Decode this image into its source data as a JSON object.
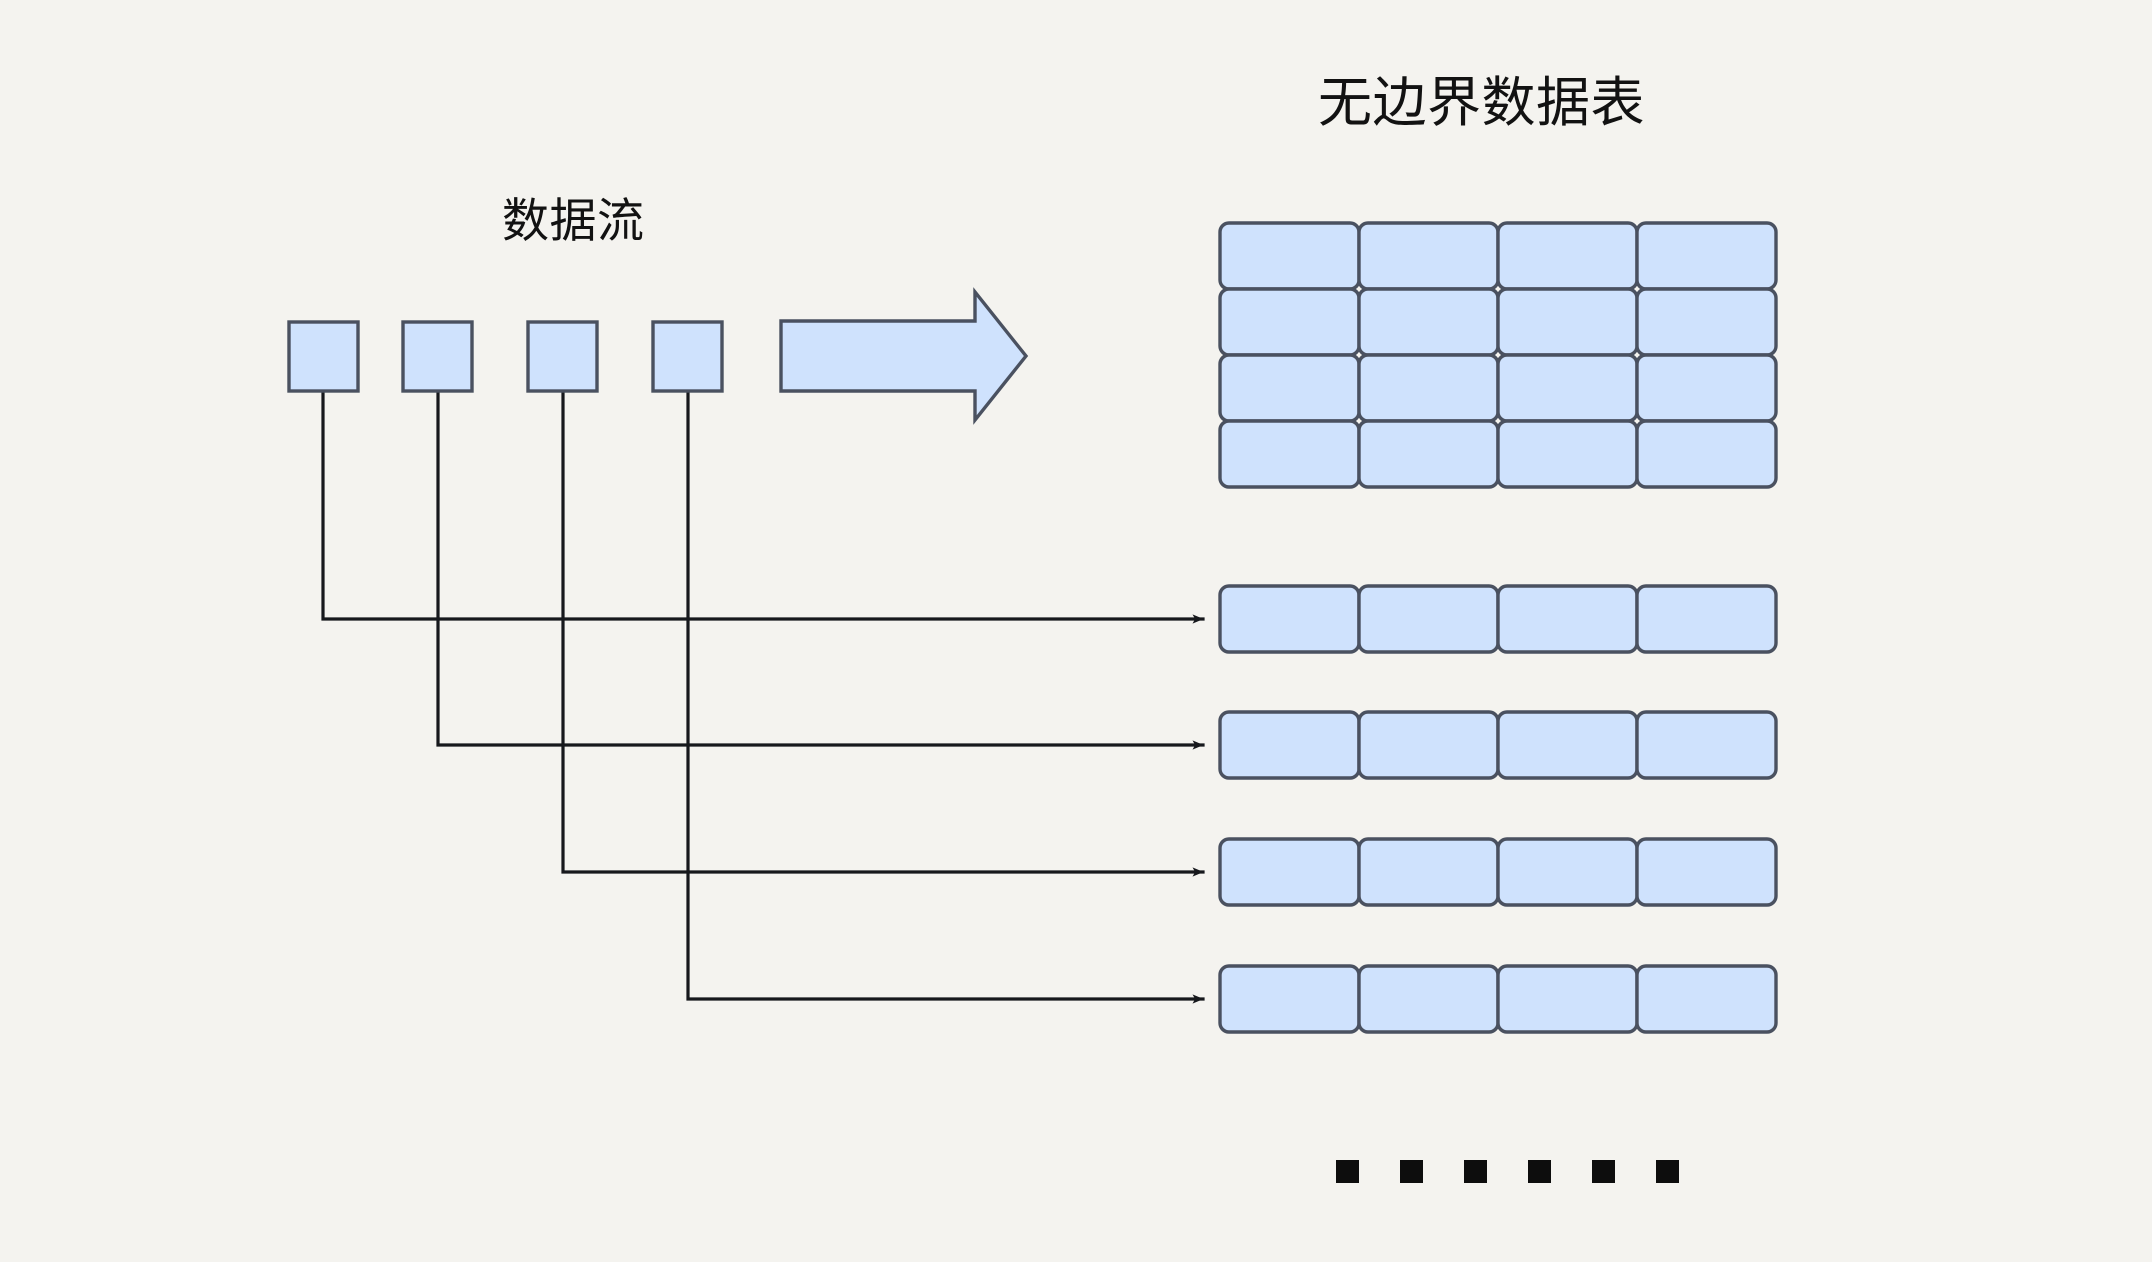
{
  "diagram": {
    "title": "无边界数据表",
    "stream_label": "数据流",
    "background_color": "#f4f3ef",
    "cell_fill": "#cfe2fd",
    "cell_stroke": "#4a5160",
    "connector_color": "#16181c",
    "dot_color": "#0d0d0d",
    "stream_items": [
      {
        "name": "stream-event-1"
      },
      {
        "name": "stream-event-2"
      },
      {
        "name": "stream-event-3"
      },
      {
        "name": "stream-event-4"
      }
    ],
    "flow_arrow": {
      "name": "flow-arrow",
      "direction": "right"
    },
    "table_grid": {
      "name": "unbounded-table-grid",
      "rows": 4,
      "columns": 4
    },
    "appended_rows": [
      {
        "name": "appended-row-1",
        "columns": 4
      },
      {
        "name": "appended-row-2",
        "columns": 4
      },
      {
        "name": "appended-row-3",
        "columns": 4
      },
      {
        "name": "appended-row-4",
        "columns": 4
      }
    ],
    "continuation_dots": {
      "name": "continuation-dots",
      "count": 6
    },
    "connectors": [
      {
        "name": "connector-1",
        "from": "stream-event-1",
        "to": "appended-row-1"
      },
      {
        "name": "connector-2",
        "from": "stream-event-2",
        "to": "appended-row-2"
      },
      {
        "name": "connector-3",
        "from": "stream-event-3",
        "to": "appended-row-3"
      },
      {
        "name": "connector-4",
        "from": "stream-event-4",
        "to": "appended-row-4"
      }
    ]
  }
}
